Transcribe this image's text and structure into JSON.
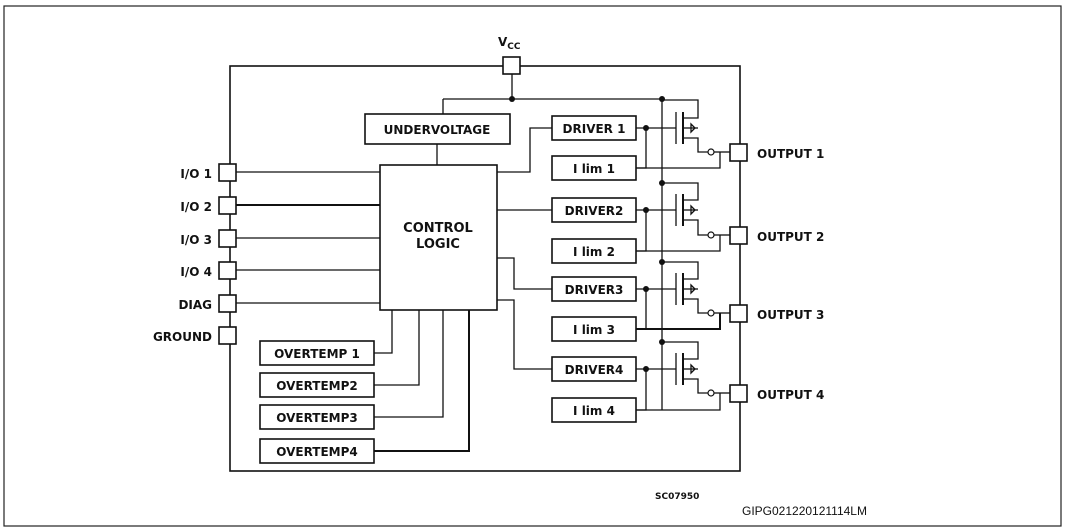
{
  "power": {
    "label_main": "V",
    "label_sub": "CC"
  },
  "io_pins": [
    "I/O 1",
    "I/O 2",
    "I/O 3",
    "I/O 4"
  ],
  "diag_pin": "DIAG",
  "ground_pin": "GROUND",
  "undervoltage": "UNDERVOLTAGE",
  "control_logic": {
    "line1": "CONTROL",
    "line2": "LOGIC"
  },
  "drivers": [
    "DRIVER 1",
    "DRIVER2",
    "DRIVER3",
    "DRIVER4"
  ],
  "ilims": [
    "I lim 1",
    "I lim 2",
    "I lim 3",
    "I lim 4"
  ],
  "overtemps": [
    "OVERTEMP 1",
    "OVERTEMP2",
    "OVERTEMP3",
    "OVERTEMP4"
  ],
  "outputs": [
    "OUTPUT 1",
    "OUTPUT 2",
    "OUTPUT 3",
    "OUTPUT 4"
  ],
  "figure_code": "SC07950",
  "doc_code": "GIPG021220121114LM"
}
